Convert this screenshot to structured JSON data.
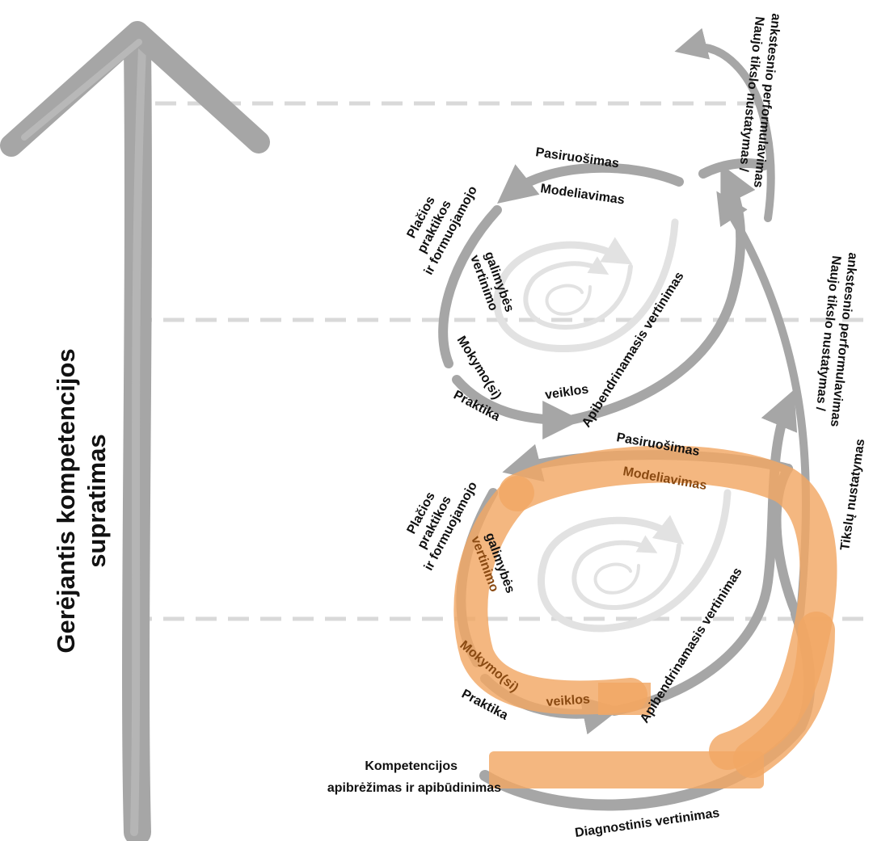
{
  "axis_title": {
    "line1": "Gerėjantis kompetencijos",
    "line2": "supratimas"
  },
  "upper_cycle": {
    "preparation": "Pasiruošimas",
    "modeling": "Modeliavimas",
    "broad_practice": [
      "Plačios",
      "praktikos",
      "ir formuojamojo"
    ],
    "assessment_opportunities": [
      "vertinimo",
      "galimybės"
    ],
    "learning_activities_1": "Mokymo(si)",
    "learning_activities_2": "veiklos",
    "practice": "Praktika",
    "summative_assessment": "Apibendrinamasis vertinimas",
    "new_goal_top": [
      "Naujo tikslo nustatymas /",
      "ankstesnio performulavimas"
    ]
  },
  "lower_cycle": {
    "preparation": "Pasiruošimas",
    "modeling": "Modeliavimas",
    "broad_practice": [
      "Plačios",
      "praktikos",
      "ir formuojamojo"
    ],
    "assessment_opportunities": [
      "vertinimo",
      "galimybės"
    ],
    "learning_activities_1": "Mokymo(si)",
    "learning_activities_2": "veiklos",
    "practice": "Praktika",
    "summative_assessment": "Apibendrinamasis vertinimas",
    "new_goal_mid": [
      "Naujo tikslo nustatymas /",
      "ankstesnio performulavimas"
    ],
    "goal_setting": "Tikslų nustatymas",
    "diagnostic_assessment": "Diagnostinis vertinimas"
  },
  "start": {
    "line1": "Kompetencijos",
    "line2": "apibrėžimas ir apibūdinimas"
  },
  "colors": {
    "arrow_gray": "#a6a6a6",
    "faint_gray": "#e2e2e2",
    "dash_gray": "#d9d9d9",
    "highlight_orange": "#f2a764",
    "highlight_text": "#8a4a12"
  }
}
